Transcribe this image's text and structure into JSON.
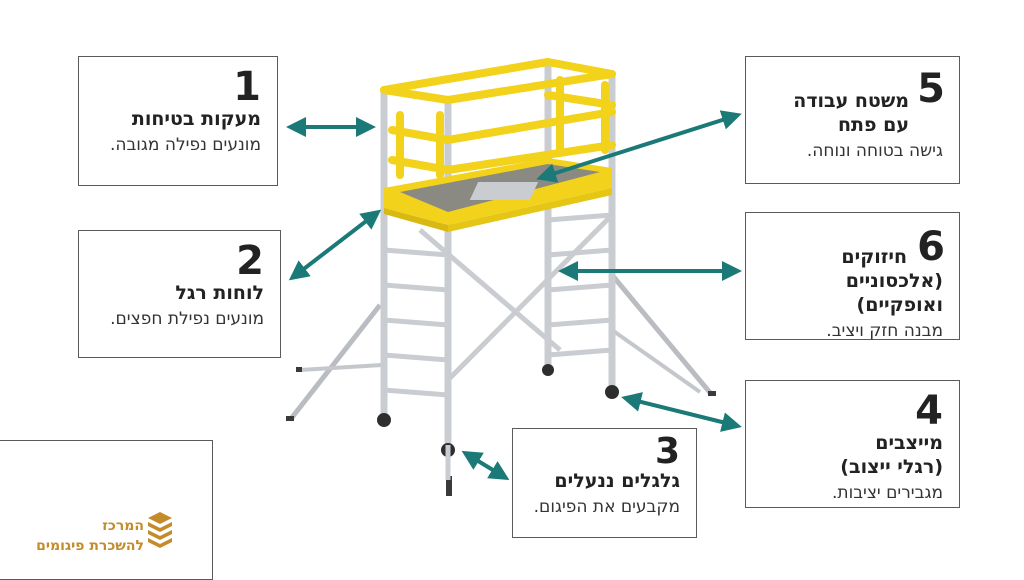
{
  "callouts": [
    {
      "number": "1",
      "title": "מעקות בטיחות",
      "description": "מונעים נפילה מגובה."
    },
    {
      "number": "2",
      "title": "לוחות רגל",
      "description": "מונעים נפילת חפצים."
    },
    {
      "number": "3",
      "title": "גלגלים ננעלים",
      "description": "מקבעים את הפיגום."
    },
    {
      "number": "4",
      "title": "מייצבים",
      "subtitle": "(רגלי ייצוב)",
      "description": "מגבירים יציבות."
    },
    {
      "number": "5",
      "title": "משטח עבודה",
      "subtitle": "עם פתח",
      "description": "גישה בטוחה ונוחה."
    },
    {
      "number": "6",
      "title": "חיזוקים",
      "subtitle": "(אלכסוניים ואופקיים)",
      "description": "מבנה חזק ויציב."
    }
  ],
  "logo": {
    "line1": "המרכז",
    "line2": "להשכרת פיגומים",
    "icon": "stacked-layers-icon",
    "color": "#c38b2a"
  },
  "colors": {
    "arrow": "#1b7a78",
    "rail": "#f2d21a",
    "frame": "#c9ccd0",
    "border": "#5a5a5a"
  }
}
